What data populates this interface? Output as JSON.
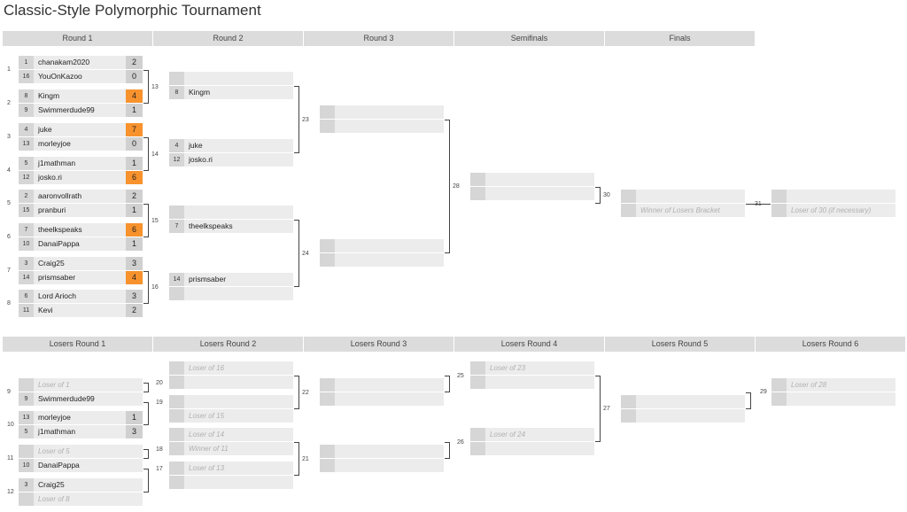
{
  "title": "Classic-Style Polymorphic Tournament",
  "winners_headers": [
    "Round 1",
    "Round 2",
    "Round 3",
    "Semifinals",
    "Finals"
  ],
  "losers_headers": [
    "Losers Round 1",
    "Losers Round 2",
    "Losers Round 3",
    "Losers Round 4",
    "Losers Round 5",
    "Losers Round 6"
  ],
  "colors": {
    "win": "#f7922d",
    "header": "#dcdcdc",
    "slot": "#ececec",
    "seed": "#d6d6d6"
  },
  "winners": {
    "round1": [
      {
        "num": "1",
        "p1": {
          "seed": "1",
          "name": "chanakam2020",
          "score": "2"
        },
        "p2": {
          "seed": "16",
          "name": "YouOnKazoo",
          "score": "0"
        }
      },
      {
        "num": "2",
        "p1": {
          "seed": "8",
          "name": "Kingm",
          "score": "4",
          "win": true
        },
        "p2": {
          "seed": "9",
          "name": "Swimmerdude99",
          "score": "1"
        }
      },
      {
        "num": "3",
        "p1": {
          "seed": "4",
          "name": "juke",
          "score": "7",
          "win": true
        },
        "p2": {
          "seed": "13",
          "name": "morleyjoe",
          "score": "0"
        }
      },
      {
        "num": "4",
        "p1": {
          "seed": "5",
          "name": "j1mathman",
          "score": "1"
        },
        "p2": {
          "seed": "12",
          "name": "josko.ri",
          "score": "6",
          "win": true
        }
      },
      {
        "num": "5",
        "p1": {
          "seed": "2",
          "name": "aaronvollrath",
          "score": "2"
        },
        "p2": {
          "seed": "15",
          "name": "pranburi",
          "score": "1"
        }
      },
      {
        "num": "6",
        "p1": {
          "seed": "7",
          "name": "theelkspeaks",
          "score": "6",
          "win": true
        },
        "p2": {
          "seed": "10",
          "name": "DanaiPappa",
          "score": "1"
        }
      },
      {
        "num": "7",
        "p1": {
          "seed": "3",
          "name": "Craig25",
          "score": "3"
        },
        "p2": {
          "seed": "14",
          "name": "prismsaber",
          "score": "4",
          "win": true
        }
      },
      {
        "num": "8",
        "p1": {
          "seed": "6",
          "name": "Lord Arioch",
          "score": "3"
        },
        "p2": {
          "seed": "11",
          "name": "Kevi",
          "score": "2"
        }
      }
    ],
    "round2": [
      {
        "num": "13",
        "p1": {
          "seed": "",
          "name": ""
        },
        "p2": {
          "seed": "8",
          "name": "Kingm"
        }
      },
      {
        "num": "14",
        "p1": {
          "seed": "4",
          "name": "juke"
        },
        "p2": {
          "seed": "12",
          "name": "josko.ri"
        }
      },
      {
        "num": "15",
        "p1": {
          "seed": "",
          "name": ""
        },
        "p2": {
          "seed": "7",
          "name": "theelkspeaks"
        }
      },
      {
        "num": "16",
        "p1": {
          "seed": "14",
          "name": "prismsaber"
        },
        "p2": {
          "seed": "",
          "name": ""
        }
      }
    ],
    "round3": [
      {
        "num": "23"
      },
      {
        "num": "24"
      }
    ],
    "semifinal": {
      "num": "28"
    },
    "final": {
      "num": "30",
      "p2_placeholder": "Winner of Losers Bracket"
    },
    "final_reset": {
      "num": "31",
      "p2_placeholder": "Loser of 30 (if necessary)"
    }
  },
  "losers": {
    "round1": [
      {
        "num": "9",
        "p1": {
          "placeholder": "Loser of 1"
        },
        "p2": {
          "seed": "9",
          "name": "Swimmerdude99"
        }
      },
      {
        "num": "10",
        "p1": {
          "seed": "13",
          "name": "morleyjoe",
          "score": "1"
        },
        "p2": {
          "seed": "5",
          "name": "j1mathman",
          "score": "3"
        }
      },
      {
        "num": "11",
        "p1": {
          "placeholder": "Loser of 5"
        },
        "p2": {
          "seed": "10",
          "name": "DanaiPappa"
        }
      },
      {
        "num": "12",
        "p1": {
          "seed": "3",
          "name": "Craig25"
        },
        "p2": {
          "placeholder": "Loser of 8"
        }
      }
    ],
    "round2": [
      {
        "num": "20",
        "p1": {
          "placeholder": "Loser of 16"
        },
        "p2": {
          "placeholder": ""
        }
      },
      {
        "num": "19",
        "p1": {
          "placeholder": ""
        },
        "p2": {
          "placeholder": "Loser of 15"
        }
      },
      {
        "num": "18",
        "p1": {
          "placeholder": "Loser of 14"
        },
        "p2": {
          "placeholder": "Winner of 11"
        }
      },
      {
        "num": "17",
        "p1": {
          "placeholder": "Loser of 13"
        },
        "p2": {
          "placeholder": ""
        }
      }
    ],
    "round3": [
      {
        "num": "22"
      },
      {
        "num": "21"
      }
    ],
    "round4": [
      {
        "num": "25",
        "p1": {
          "placeholder": "Loser of 23"
        },
        "p2": {
          "placeholder": ""
        }
      },
      {
        "num": "26",
        "p1": {
          "placeholder": "Loser of 24"
        },
        "p2": {
          "placeholder": ""
        }
      }
    ],
    "round5": [
      {
        "num": "27"
      }
    ],
    "round6": [
      {
        "num": "29",
        "p1": {
          "placeholder": "Loser of 28"
        },
        "p2": {
          "placeholder": ""
        }
      }
    ]
  }
}
